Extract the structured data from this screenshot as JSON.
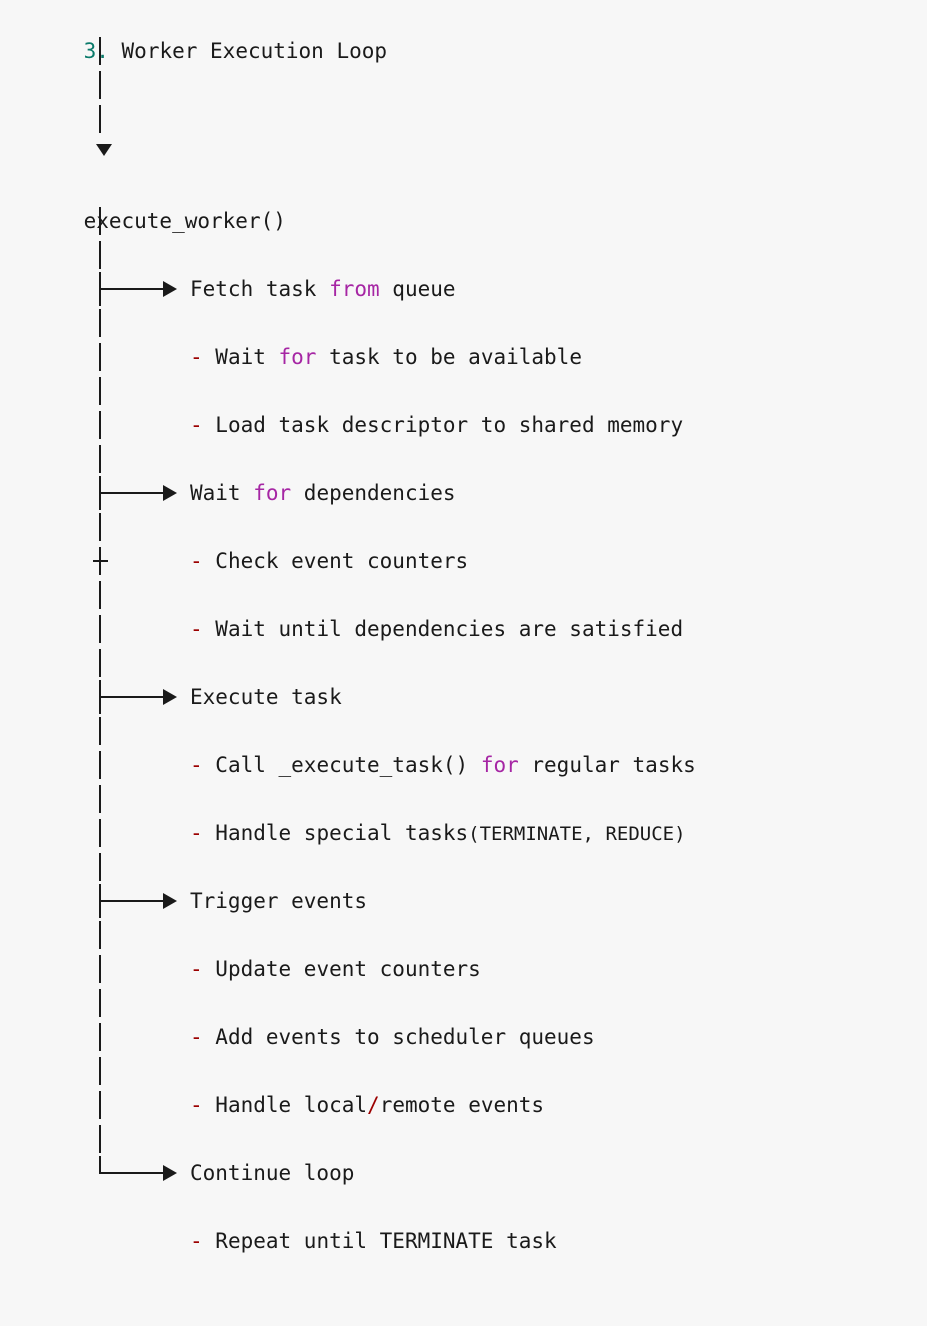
{
  "page": {
    "background": "#f7f7f7",
    "text_color": "#1a1a1a",
    "accent_number": "#0a7a6a",
    "keyword_color": "#a626a4",
    "bullet_color": "#9b0000"
  },
  "heading": {
    "number": "3.",
    "title": "Worker Execution Loop"
  },
  "root": {
    "label": "execute_worker()",
    "down_arrow_icon": "arrow-down-icon"
  },
  "branches": [
    {
      "connector": "tee",
      "connector_icon": "branch-arrow-icon",
      "label_plain_1": "Fetch task ",
      "label_keyword": "from",
      "label_plain_2": " queue",
      "sub_items": [
        {
          "bullet": "-",
          "plain_1": " Wait ",
          "keyword": "for",
          "plain_2": " task to be available"
        },
        {
          "bullet": "-",
          "plain_1": " Load task descriptor to shared memory",
          "keyword": "",
          "plain_2": ""
        }
      ]
    },
    {
      "connector": "tee",
      "connector_icon": "branch-arrow-icon",
      "label_plain_1": "Wait ",
      "label_keyword": "for",
      "label_plain_2": " dependencies",
      "sub_items": [
        {
          "bullet": "-",
          "plain_1": " Check event counters",
          "keyword": "",
          "plain_2": "",
          "gutter": "cross"
        },
        {
          "bullet": "-",
          "plain_1": " Wait until dependencies are satisfied",
          "keyword": "",
          "plain_2": ""
        }
      ]
    },
    {
      "connector": "tee",
      "connector_icon": "branch-arrow-icon",
      "label_plain_1": "Execute task",
      "label_keyword": "",
      "label_plain_2": "",
      "sub_items": [
        {
          "bullet": "-",
          "plain_1": " Call _execute_task() ",
          "keyword": "for",
          "plain_2": " regular tasks"
        },
        {
          "bullet": "-",
          "plain_1": " Handle special tasks",
          "keyword": "",
          "plain_2": "",
          "paren": "(TERMINATE, REDUCE)"
        }
      ]
    },
    {
      "connector": "tee",
      "connector_icon": "branch-arrow-icon",
      "label_plain_1": "Trigger events",
      "label_keyword": "",
      "label_plain_2": "",
      "sub_items": [
        {
          "bullet": "-",
          "plain_1": " Update event counters",
          "keyword": "",
          "plain_2": ""
        },
        {
          "bullet": "-",
          "plain_1": " Add events to scheduler queues",
          "keyword": "",
          "plain_2": ""
        },
        {
          "bullet": "-",
          "plain_1": " Handle local",
          "slash": "/",
          "plain_2": "remote events"
        }
      ]
    },
    {
      "connector": "corner",
      "connector_icon": "branch-arrow-icon",
      "label_plain_1": "Continue loop",
      "label_keyword": "",
      "label_plain_2": "",
      "sub_items": [
        {
          "bullet": "-",
          "plain_1": " Repeat until TERMINATE task",
          "keyword": "",
          "plain_2": "",
          "no_gutter": true
        }
      ]
    }
  ]
}
